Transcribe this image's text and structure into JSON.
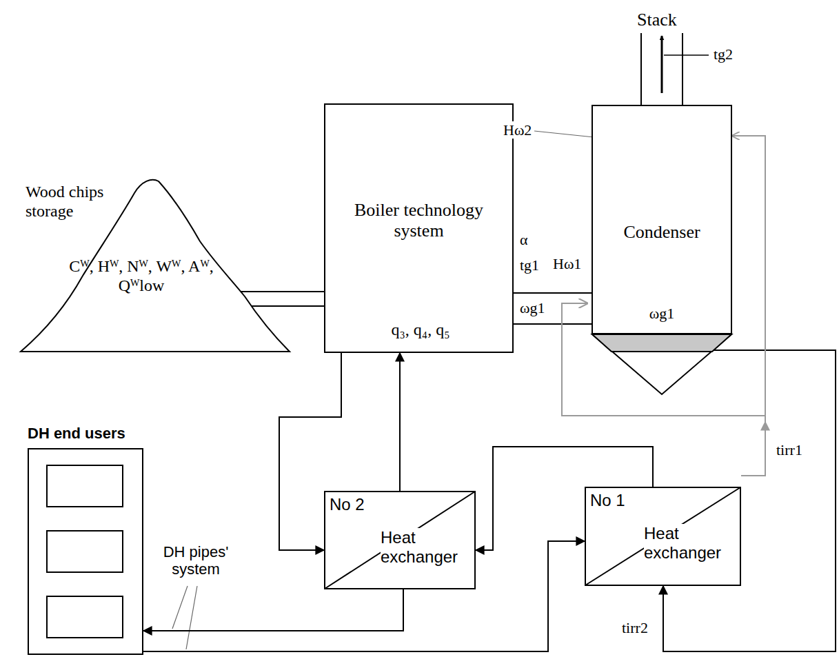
{
  "diagram": {
    "nodes": [
      {
        "text": [
          "Wood chips storage",
          "Cᵂ, Hᵂ, Nᵂ, Wᵂ, Aᵂ, Qᵂlow"
        ]
      },
      {
        "text": [
          "Boiler technology system",
          "q₃, q₄, q₅"
        ]
      },
      {
        "text": [
          "Condenser",
          "ωg1"
        ]
      },
      {
        "text": [
          "No 2",
          "Heat exchanger"
        ]
      },
      {
        "text": [
          "No 1",
          "Heat exchanger"
        ]
      },
      {
        "text": [
          "DH end users"
        ]
      }
    ],
    "edges": [
      {
        "from": 0,
        "to": 1,
        "arrow": "none"
      },
      {
        "from": 1,
        "to": 2,
        "arrow": "none"
      },
      {
        "from": 1,
        "to": 3,
        "arrow": "to"
      },
      {
        "from": 3,
        "to": 1,
        "arrow": "to"
      },
      {
        "from": 4,
        "to": 3,
        "arrow": "to"
      },
      {
        "from": 3,
        "to": 5,
        "arrow": "to"
      },
      {
        "from": 5,
        "to": 4,
        "arrow": "to"
      },
      {
        "from": 2,
        "to": 4,
        "arrow": "to"
      },
      {
        "from": 4,
        "to": 2,
        "arrow": "to"
      }
    ],
    "labels": [
      "Stack",
      "tg2",
      "Hω2",
      "α",
      "tg1",
      "ωg1",
      "Hω1",
      "tirr1",
      "tirr2",
      "DH pipes' system"
    ]
  }
}
